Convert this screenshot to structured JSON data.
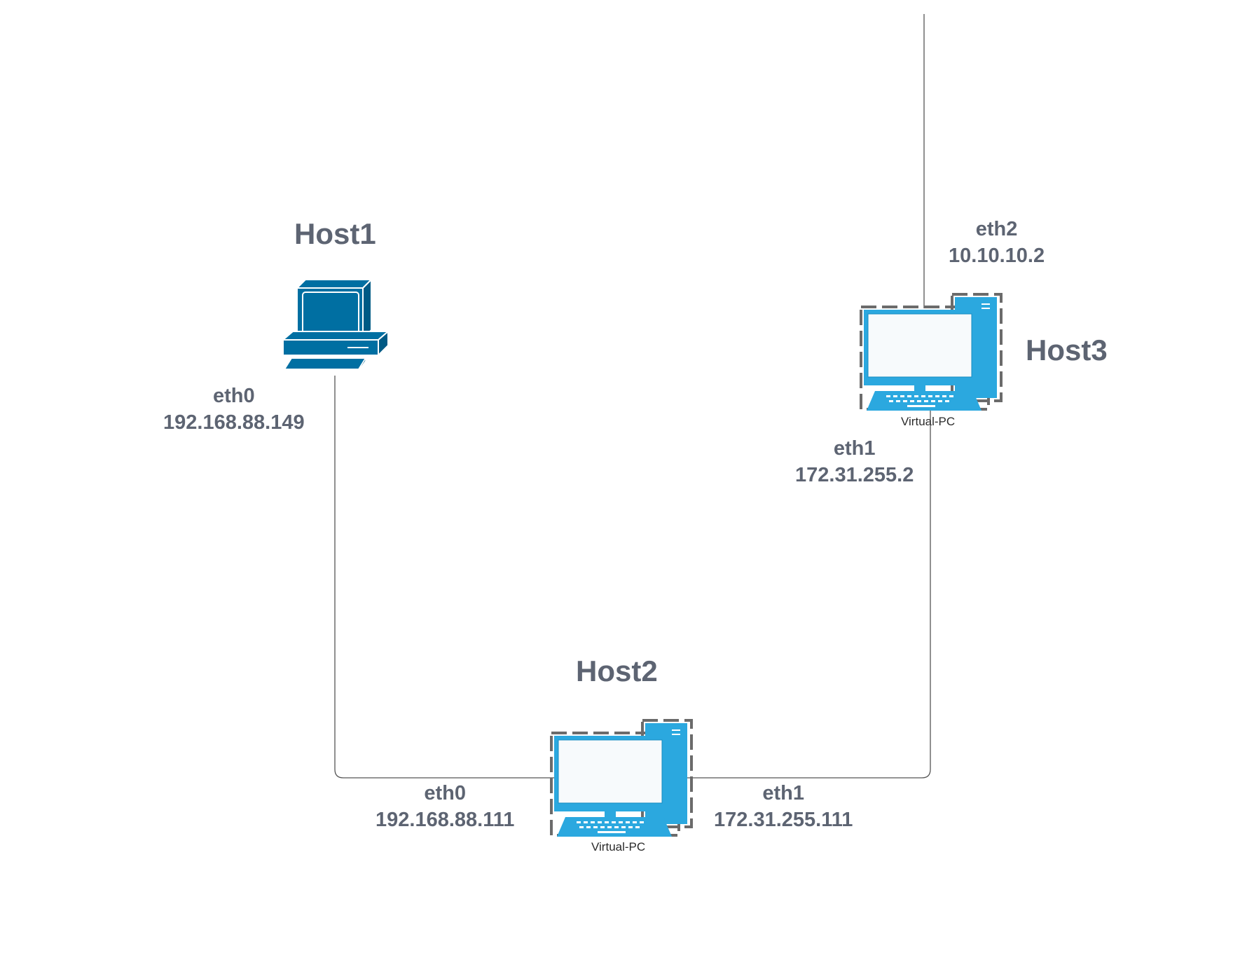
{
  "hosts": {
    "host1": {
      "title": "Host1",
      "eth0_name": "eth0",
      "eth0_ip": "192.168.88.149"
    },
    "host2": {
      "title": "Host2",
      "caption": "Virtual-PC",
      "eth0_name": "eth0",
      "eth0_ip": "192.168.88.111",
      "eth1_name": "eth1",
      "eth1_ip": "172.31.255.111"
    },
    "host3": {
      "title": "Host3",
      "caption": "Virtual-PC",
      "eth1_name": "eth1",
      "eth1_ip": "172.31.255.2",
      "eth2_name": "eth2",
      "eth2_ip": "10.10.10.2"
    }
  },
  "colors": {
    "label_gray": "#5d6472",
    "line": "#555555",
    "desktop_blue": "#006fa2",
    "vpc_blue": "#2ba8df",
    "dash_gray": "#6b6b6b"
  },
  "icons": {
    "host1": "desktop-computer-icon",
    "host2": "virtual-pc-icon",
    "host3": "virtual-pc-icon"
  }
}
